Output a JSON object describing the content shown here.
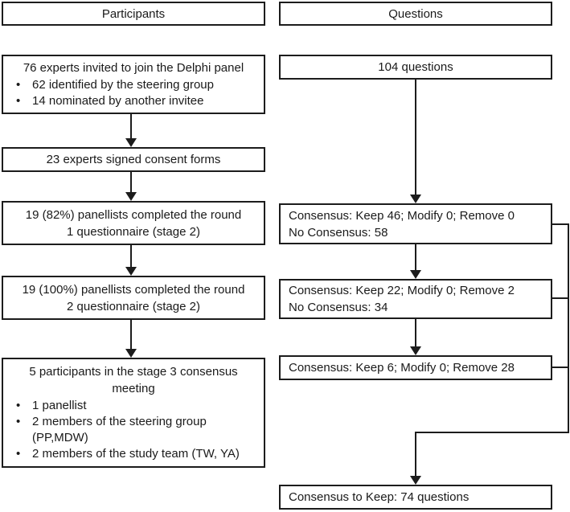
{
  "figure": {
    "type": "flow-diagram",
    "description": "Delphi study flow of participants and questions"
  },
  "colors": {
    "line": "#1c1c1c",
    "text": "#1a1a1a",
    "background": "#ffffff"
  },
  "participants": {
    "header": "Participants",
    "boxes": [
      {
        "title": "76 experts invited to join the Delphi panel",
        "bullets": [
          "62 identified by the steering group",
          "14 nominated by another invitee"
        ]
      },
      {
        "title": "23 experts signed consent forms"
      },
      {
        "title": "19 (82%) panellists completed the round\n1 questionnaire (stage 2)"
      },
      {
        "title": "19 (100%) panellists completed the round\n2 questionnaire (stage 2)"
      },
      {
        "title": "5 participants in the stage 3 consensus\nmeeting",
        "bullets": [
          "1 panellist",
          "2 members of the steering group\n(PP,MDW)",
          "2 members of the study team (TW, YA)"
        ]
      }
    ]
  },
  "questions": {
    "header": "Questions",
    "boxes": [
      {
        "title": "104 questions"
      },
      {
        "title": "Consensus: Keep 46; Modify 0; Remove 0\nNo Consensus: 58"
      },
      {
        "title": "Consensus: Keep 22; Modify 0; Remove 2\nNo Consensus: 34"
      },
      {
        "title": "Consensus: Keep 6; Modify 0; Remove 28"
      },
      {
        "title": "Consensus to Keep: 74 questions"
      }
    ]
  }
}
